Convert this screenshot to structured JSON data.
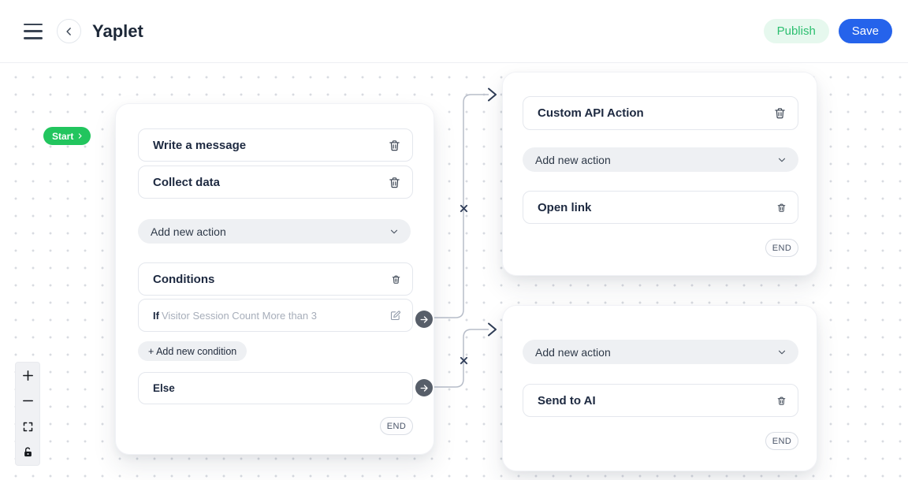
{
  "topbar": {
    "title": "Yaplet",
    "publish": "Publish",
    "save": "Save"
  },
  "flow": {
    "start": "Start",
    "main_node": {
      "action_rows": [
        {
          "label": "Write a message"
        },
        {
          "label": "Collect data"
        }
      ],
      "add_action": "Add new action",
      "conditions": "Conditions",
      "if_prefix": "If",
      "if_text": "Visitor Session Count More than 3",
      "add_condition": "+ Add new condition",
      "else_label": "Else",
      "end": "END"
    },
    "api_node": {
      "title_row": "Custom API Action",
      "add_action": "Add new action",
      "action_row": "Open link",
      "end": "END"
    },
    "ai_node": {
      "add_action": "Add new action",
      "action_row": "Send to AI",
      "end": "END"
    }
  },
  "colors": {
    "start_green": "#22c55e",
    "publish_bg": "#e6f8ee",
    "publish_text": "#2cbf70",
    "save_blue": "#2563eb",
    "edge_gray": "#b7bdc9",
    "edge_arrow": "#2e3c55"
  }
}
